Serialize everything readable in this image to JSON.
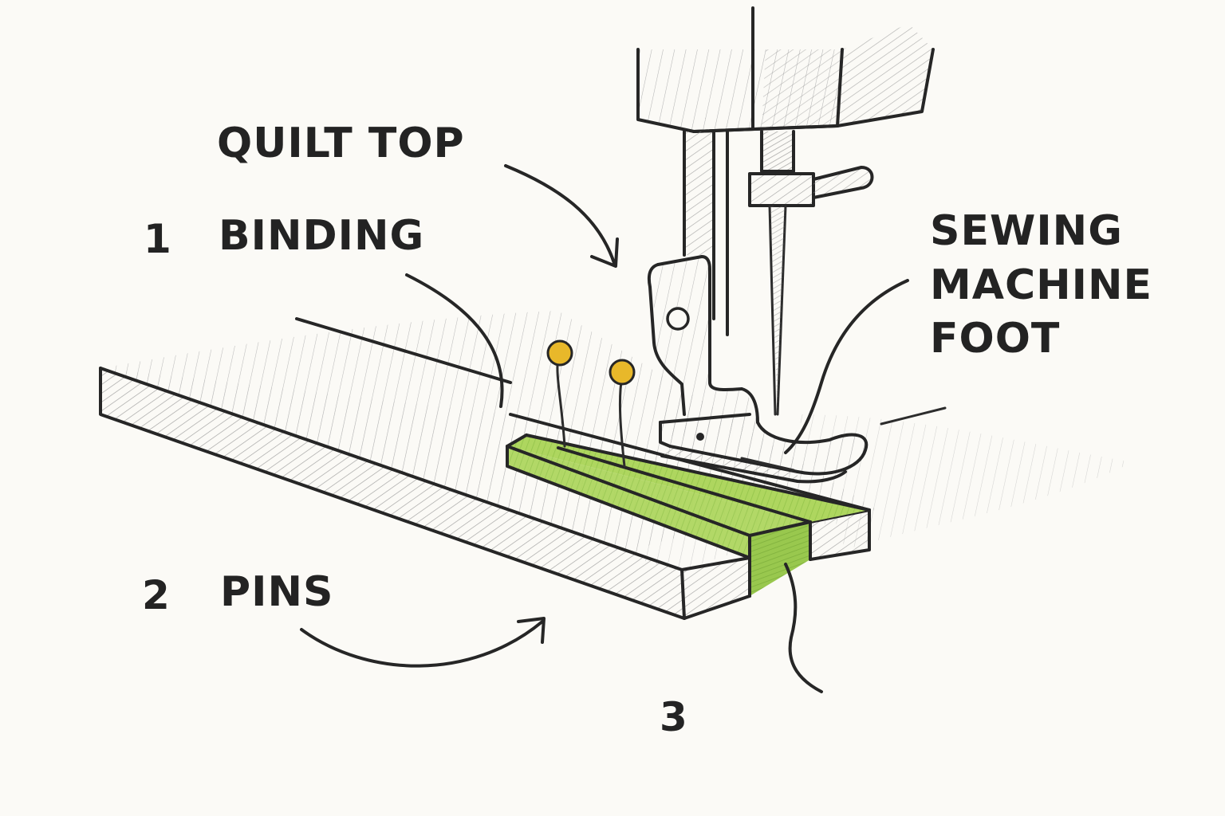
{
  "diagram": {
    "labels": {
      "quilt_top": "QUILT TOP",
      "binding": "BINDING",
      "pins": "PINS",
      "foot_line1": "SEWING",
      "foot_line2": "MACHINE",
      "foot_line3": "FOOT"
    },
    "numbers": {
      "one": "1",
      "two": "2",
      "three": "3"
    },
    "colors": {
      "background": "#fbfaf6",
      "ink": "#262626",
      "binding_green": "#a9d35d",
      "pin_head": "#e8b82a",
      "pencil_shade": "#a8a8a8"
    }
  }
}
